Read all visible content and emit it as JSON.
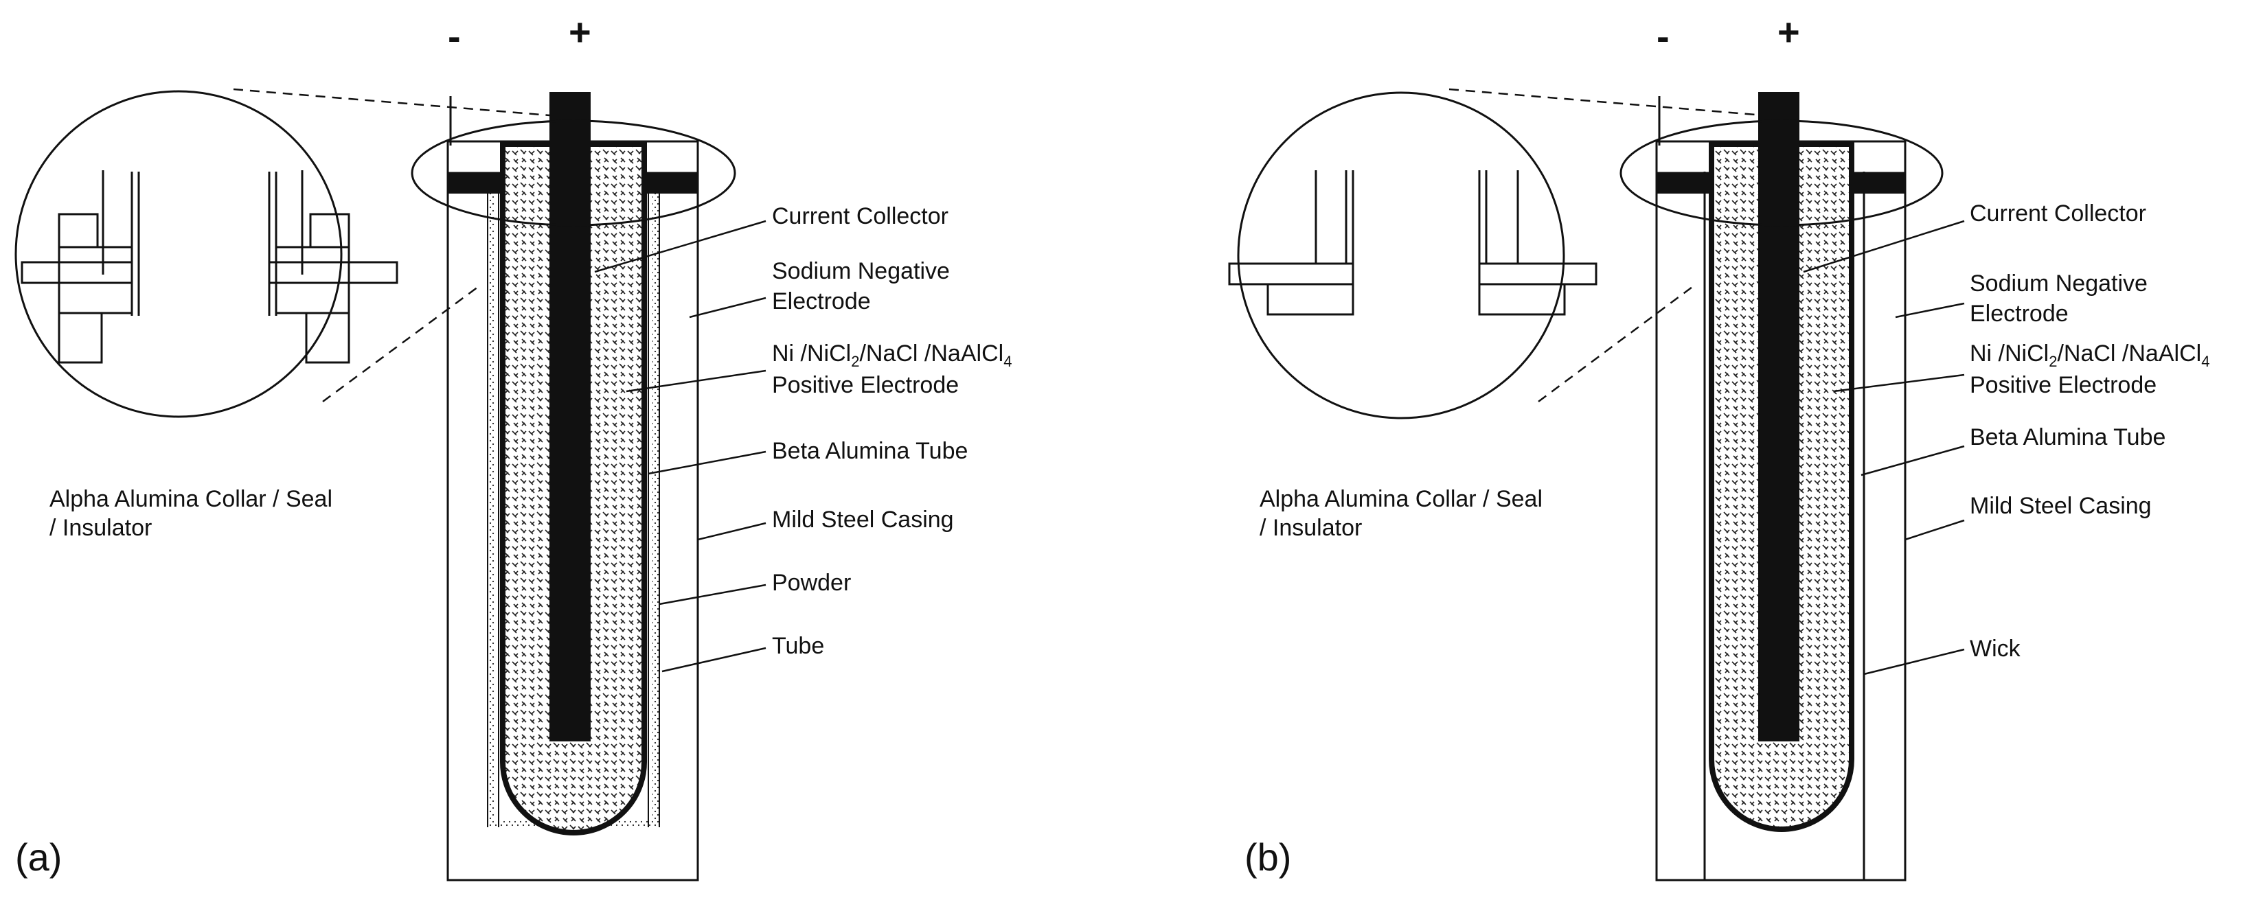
{
  "panels": {
    "a": {
      "id_label": "(a)",
      "neg_terminal": "-",
      "pos_terminal": "+",
      "inset_caption_line1": "Alpha Alumina Collar / Seal",
      "inset_caption_line2": "/ Insulator",
      "labels": {
        "current_collector": "Current Collector",
        "sodium_line1": "Sodium Negative",
        "sodium_line2": "Electrode",
        "positive_prefix": "Ni /NiCl",
        "positive_sub2": "2",
        "positive_mid": "/NaCl /NaAlCl",
        "positive_sub4": "4",
        "positive_line2": "Positive Electrode",
        "beta_tube": "Beta Alumina Tube",
        "steel_casing": "Mild Steel Casing",
        "powder": "Powder",
        "tube": "Tube"
      }
    },
    "b": {
      "id_label": "(b)",
      "neg_terminal": "-",
      "pos_terminal": "+",
      "inset_caption_line1": "Alpha Alumina Collar / Seal",
      "inset_caption_line2": "/ Insulator",
      "labels": {
        "current_collector": "Current Collector",
        "sodium_line1": "Sodium Negative",
        "sodium_line2": "Electrode",
        "positive_prefix": "Ni /NiCl",
        "positive_sub2": "2",
        "positive_mid": "/NaCl /NaAlCl",
        "positive_sub4": "4",
        "positive_line2": "Positive Electrode",
        "beta_tube": "Beta Alumina Tube",
        "steel_casing": "Mild Steel Casing",
        "wick": "Wick"
      }
    }
  },
  "colors": {
    "ink": "#111111",
    "electrode_fill": "#ffffff",
    "background": "#ffffff"
  },
  "patterns": {
    "positive_electrode": "dashed-hatch",
    "collar": "diagonal-hatch",
    "powder": "stipple"
  }
}
